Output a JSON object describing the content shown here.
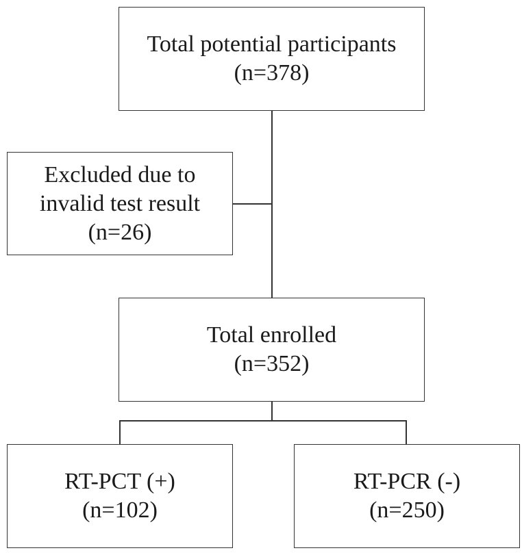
{
  "diagram": {
    "nodes": {
      "total_potential": {
        "line1": "Total potential participants",
        "line2": "(n=378)"
      },
      "excluded": {
        "line1": "Excluded due to",
        "line2": "invalid test result",
        "line3": "(n=26)"
      },
      "enrolled": {
        "line1": "Total enrolled",
        "line2": "(n=352)"
      },
      "rtpct_positive": {
        "line1": "RT-PCT (+)",
        "line2": "(n=102)"
      },
      "rtpcr_negative": {
        "line1": "RT-PCR (-)",
        "line2": "(n=250)"
      }
    },
    "edges": [
      {
        "from": "total_potential",
        "to": "enrolled"
      },
      {
        "from": "total_potential",
        "to": "excluded"
      },
      {
        "from": "enrolled",
        "to": "rtpct_positive"
      },
      {
        "from": "enrolled",
        "to": "rtpcr_negative"
      }
    ]
  }
}
